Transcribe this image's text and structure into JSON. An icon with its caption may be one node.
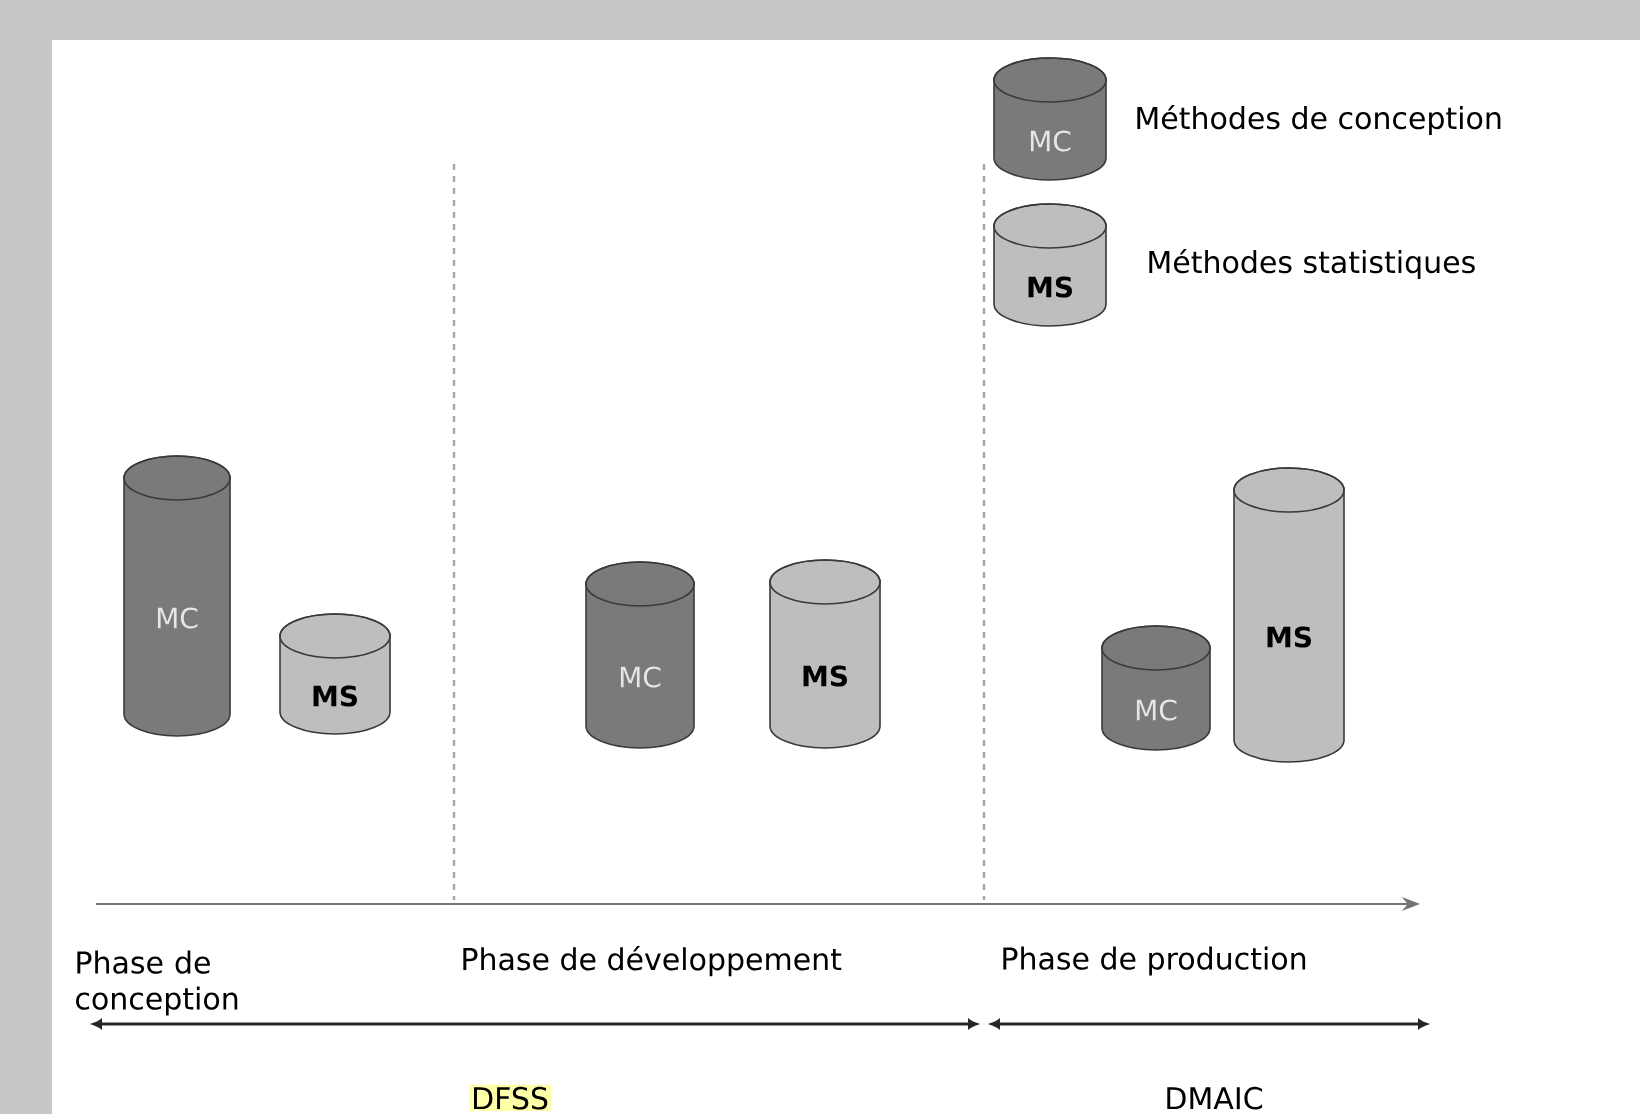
{
  "diagram": {
    "nodes": [
      {
        "text": [
          "MC"
        ],
        "beside": [
          "Méthodes de conception"
        ]
      },
      {
        "text": [
          "MS"
        ],
        "beside": [
          "Méthodes statistiques"
        ]
      },
      {
        "text": [
          "MC"
        ]
      },
      {
        "text": [
          "MS"
        ]
      },
      {
        "text": [
          "MC"
        ]
      },
      {
        "text": [
          "MS"
        ]
      },
      {
        "text": [
          "MC"
        ]
      },
      {
        "text": [
          "MS"
        ]
      }
    ],
    "labels": [
      "Phase de conception",
      "Phase de développement",
      "Phase de production",
      "DFSS",
      "DMAIC"
    ]
  }
}
